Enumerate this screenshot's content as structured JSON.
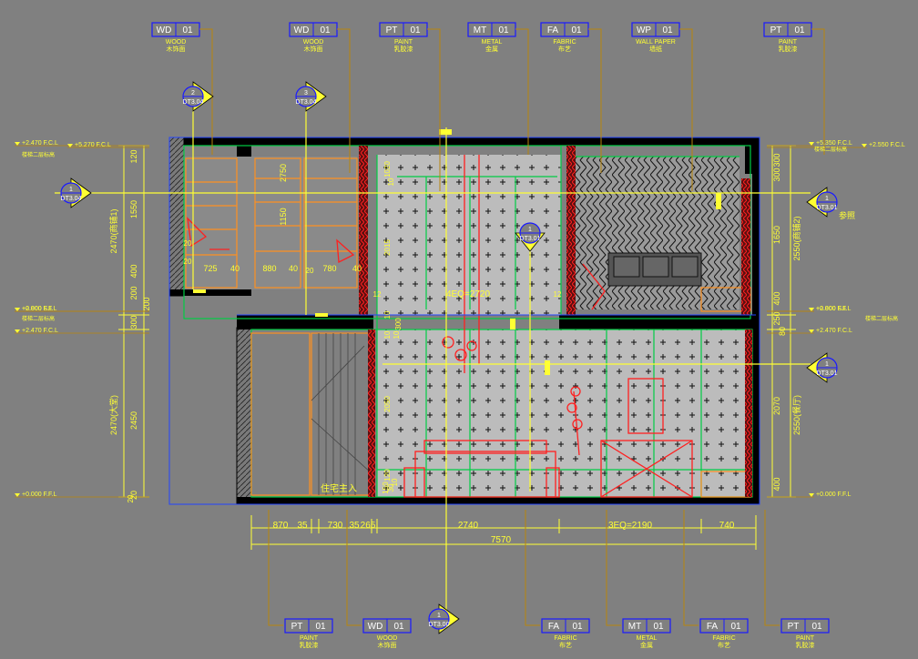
{
  "colors": {
    "background": "#808080",
    "leader": "#b8860b",
    "tag_border": "#1a1aff",
    "tag_text": "#ffffff",
    "label_text": "#ffff33",
    "dimension": "#ffff33",
    "structure": "#000000",
    "outline": "#00cc44",
    "red": "#ff2020",
    "orange": "#ff9020",
    "blue": "#2244ff"
  },
  "top_tags": [
    {
      "code": "WD",
      "num": "01",
      "en": "WOOD",
      "cn": "木饰面"
    },
    {
      "code": "WD",
      "num": "01",
      "en": "WOOD",
      "cn": "木饰面"
    },
    {
      "code": "PT",
      "num": "01",
      "en": "PAINT",
      "cn": "乳胶漆"
    },
    {
      "code": "MT",
      "num": "01",
      "en": "METAL",
      "cn": "金属"
    },
    {
      "code": "FA",
      "num": "01",
      "en": "FABRIC",
      "cn": "布艺"
    },
    {
      "code": "WP",
      "num": "01",
      "en": "WALL PAPER",
      "cn": "墙纸"
    },
    {
      "code": "PT",
      "num": "01",
      "en": "PAINT",
      "cn": "乳胶漆"
    }
  ],
  "bottom_tags": [
    {
      "code": "PT",
      "num": "01",
      "en": "PAINT",
      "cn": "乳胶漆"
    },
    {
      "code": "WD",
      "num": "01",
      "en": "WOOD",
      "cn": "木饰面"
    },
    {
      "code": "FA",
      "num": "01",
      "en": "FABRIC",
      "cn": "布艺"
    },
    {
      "code": "MT",
      "num": "01",
      "en": "METAL",
      "cn": "金属"
    },
    {
      "code": "FA",
      "num": "01",
      "en": "FABRIC",
      "cn": "布艺"
    },
    {
      "code": "PT",
      "num": "01",
      "en": "PAINT",
      "cn": "乳胶漆"
    }
  ],
  "section_markers": [
    {
      "num": "2",
      "ref": "DT3.04"
    },
    {
      "num": "3",
      "ref": "DT3.04"
    },
    {
      "num": "1",
      "ref": "DT3.04"
    },
    {
      "num": "1",
      "ref": "DT3.01"
    },
    {
      "num": "1",
      "ref": "DT3.01"
    },
    {
      "num": "1",
      "ref": "DT3.01"
    },
    {
      "num": "1",
      "ref": "DT3.00"
    }
  ],
  "level_marks": {
    "left": [
      "+2.470 F.C.L",
      "+5.270 F.C.L",
      "+0.000 F.F.L",
      "+2.800 S.L",
      "+2.470 F.C.L",
      "+0.000 F.F.L"
    ],
    "left_notes": [
      "楼梯二层标高",
      "楼梯二层标高"
    ],
    "right": [
      "+5.350 F.C.L",
      "+2.550 F.C.L",
      "+2.800 S.L",
      "+0.000 F.F.L",
      "+2.470 F.C.L",
      "+0.000 F.F.L"
    ],
    "right_notes": [
      "楼梯二层标高",
      "楼梯二层标高"
    ]
  },
  "left_dims": {
    "upper": [
      "120",
      "1550",
      "400",
      "200",
      "300",
      "200"
    ],
    "lower": [
      "2450",
      "20"
    ],
    "upper_total": "2470(商铺1)",
    "lower_total": "2470(大堂)"
  },
  "right_dims": {
    "upper": [
      "300",
      "300",
      "1650",
      "400",
      "250",
      "80"
    ],
    "lower": [
      "2070",
      "400"
    ],
    "upper_total": "2550(商铺2)",
    "lower_total": "2550(餐厅)",
    "note": "参照"
  },
  "inner_dims": {
    "shelf": [
      "725",
      "40",
      "880",
      "40",
      "780",
      "40"
    ],
    "shelf_side": [
      "20",
      "20",
      "20"
    ],
    "vertical_upper": [
      "2015",
      "1020",
      "10"
    ],
    "vertical_lower": [
      "2050",
      "120",
      "30"
    ],
    "shelf_height": "1150",
    "shelf_height_b": "2750",
    "middle": [
      "4EQ=2720",
      "12",
      "12",
      "10",
      "10",
      "10",
      "300"
    ],
    "small": [
      "150",
      "10"
    ]
  },
  "bottom_dims": {
    "row1": [
      "870",
      "35",
      "730",
      "35",
      "265",
      "2740",
      "3EQ=2190",
      "740"
    ],
    "total": "7570"
  },
  "room_label": "住宅主入",
  "row_y": "20"
}
